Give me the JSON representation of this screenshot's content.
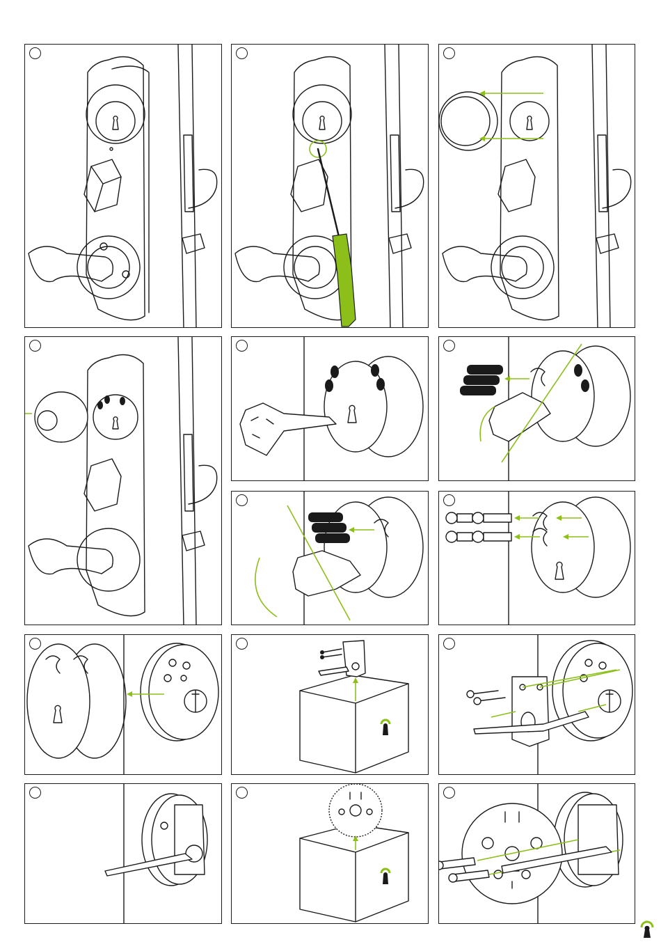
{
  "colors": {
    "accent": "#8cbf1a",
    "line": "#1a1a1a",
    "background": "#ffffff"
  },
  "panels": [
    {
      "id": "step-1",
      "icon": "door-lock-assembly-icon"
    },
    {
      "id": "step-2",
      "icon": "screwdriver-icon"
    },
    {
      "id": "step-3",
      "icon": "cylinder-cover-removal-icon"
    },
    {
      "id": "step-4",
      "icon": "cylinder-removal-icon"
    },
    {
      "id": "step-5",
      "icon": "key-insert-icon"
    },
    {
      "id": "step-6",
      "icon": "key-turn-pins-icon"
    },
    {
      "id": "step-7",
      "icon": "key-rotate-pins-icon"
    },
    {
      "id": "step-8",
      "icon": "screws-insert-icon"
    },
    {
      "id": "step-9",
      "icon": "cylinder-mount-icon"
    },
    {
      "id": "step-10",
      "icon": "bracket-box-icon"
    },
    {
      "id": "step-11",
      "icon": "bracket-mount-icon"
    },
    {
      "id": "step-12",
      "icon": "tailpiece-icon"
    },
    {
      "id": "step-13",
      "icon": "mounting-plate-box-icon"
    },
    {
      "id": "step-14",
      "icon": "mounting-plate-install-icon"
    }
  ],
  "logo": {
    "icon": "keyhole-logo-icon"
  }
}
